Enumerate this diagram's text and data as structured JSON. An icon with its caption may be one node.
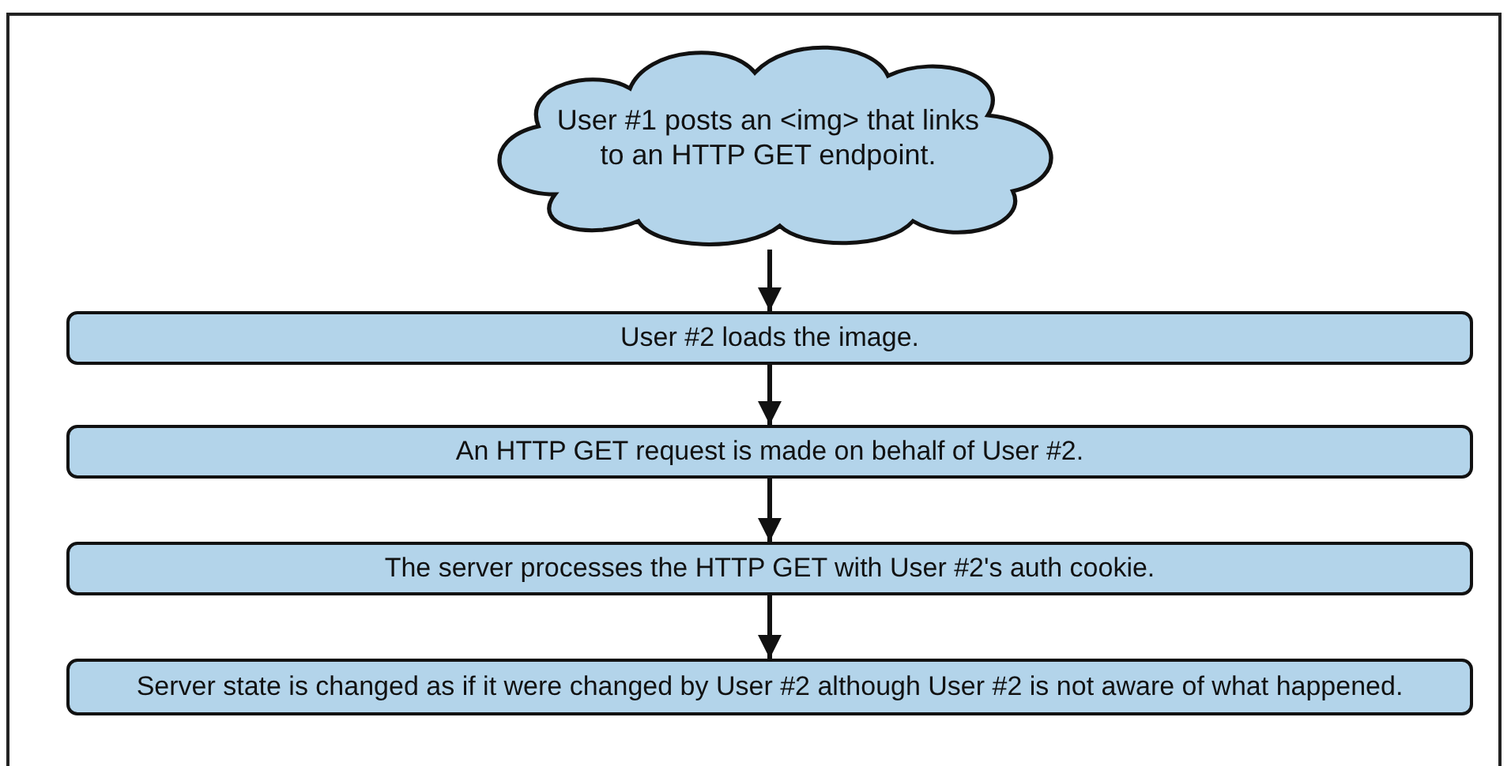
{
  "diagram": {
    "nodes": [
      {
        "text": [
          "User #1 posts an <img> that links to an HTTP GET endpoint."
        ]
      },
      {
        "text": [
          "User #2 loads the image."
        ]
      },
      {
        "text": [
          "An HTTP GET request is made on behalf of User #2."
        ]
      },
      {
        "text": [
          "The server processes the HTTP GET with User #2's auth cookie."
        ]
      },
      {
        "text": [
          "Server state is changed as if it were changed by User #2 although User #2 is not aware of what happened."
        ]
      }
    ],
    "edges": [
      {
        "from": 0,
        "to": 1,
        "arrow": "to"
      },
      {
        "from": 1,
        "to": 2,
        "arrow": "to"
      },
      {
        "from": 2,
        "to": 3,
        "arrow": "to"
      },
      {
        "from": 3,
        "to": 4,
        "arrow": "to"
      }
    ]
  }
}
